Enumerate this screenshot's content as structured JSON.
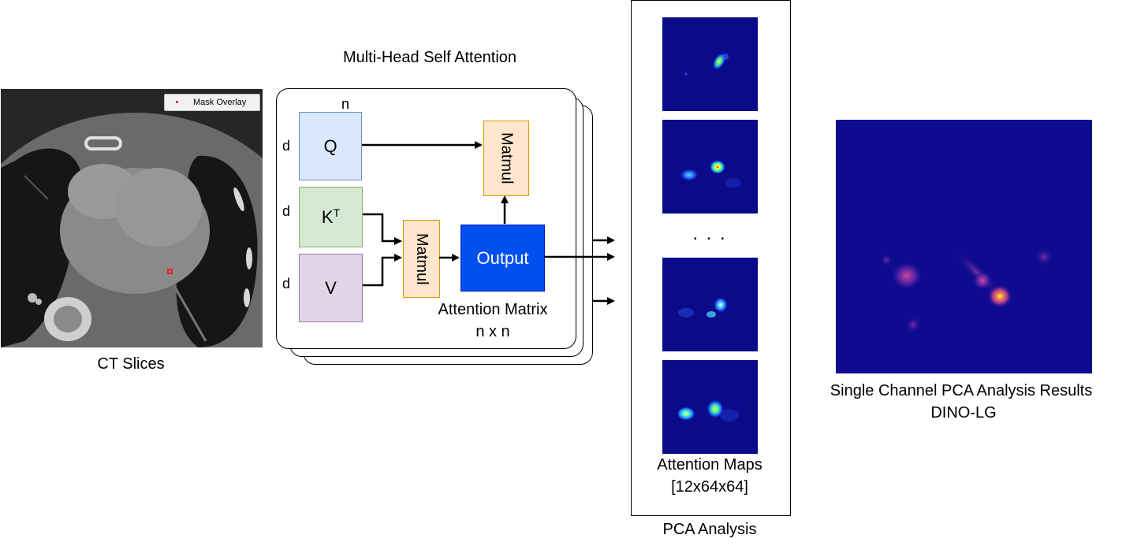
{
  "mhsa": {
    "title": "Multi-Head Self Attention",
    "n_label": "n",
    "q": {
      "dim": "d",
      "label": "Q"
    },
    "k": {
      "dim": "d",
      "label": "K",
      "sup": "T"
    },
    "v": {
      "dim": "d",
      "label": "V"
    },
    "matmul_top": "Matmul",
    "matmul_mid": "Matmul",
    "output": "Output",
    "attn_matrix": "Attention Matrix",
    "attn_size": "n x n"
  },
  "ct": {
    "legend": "Mask Overlay",
    "caption": "CT Slices"
  },
  "pca": {
    "ellipsis": ". . .",
    "maps_label": "Attention Maps",
    "maps_size": "[12x64x64]",
    "panel_caption": "PCA Analysis"
  },
  "result": {
    "caption_line1": "Single Channel PCA Analysis Results",
    "caption_line2": "DINO-LG"
  },
  "colors": {
    "q_fill": "#dae8fc",
    "q_border": "#6c8ebf",
    "k_fill": "#d5e8d4",
    "k_border": "#82b366",
    "v_fill": "#e1d5e7",
    "v_border": "#9673a6",
    "matmul_fill": "#ffe6cc",
    "matmul_border": "#d79b00",
    "output_fill": "#0050ef",
    "output_border": "#001dbc"
  }
}
